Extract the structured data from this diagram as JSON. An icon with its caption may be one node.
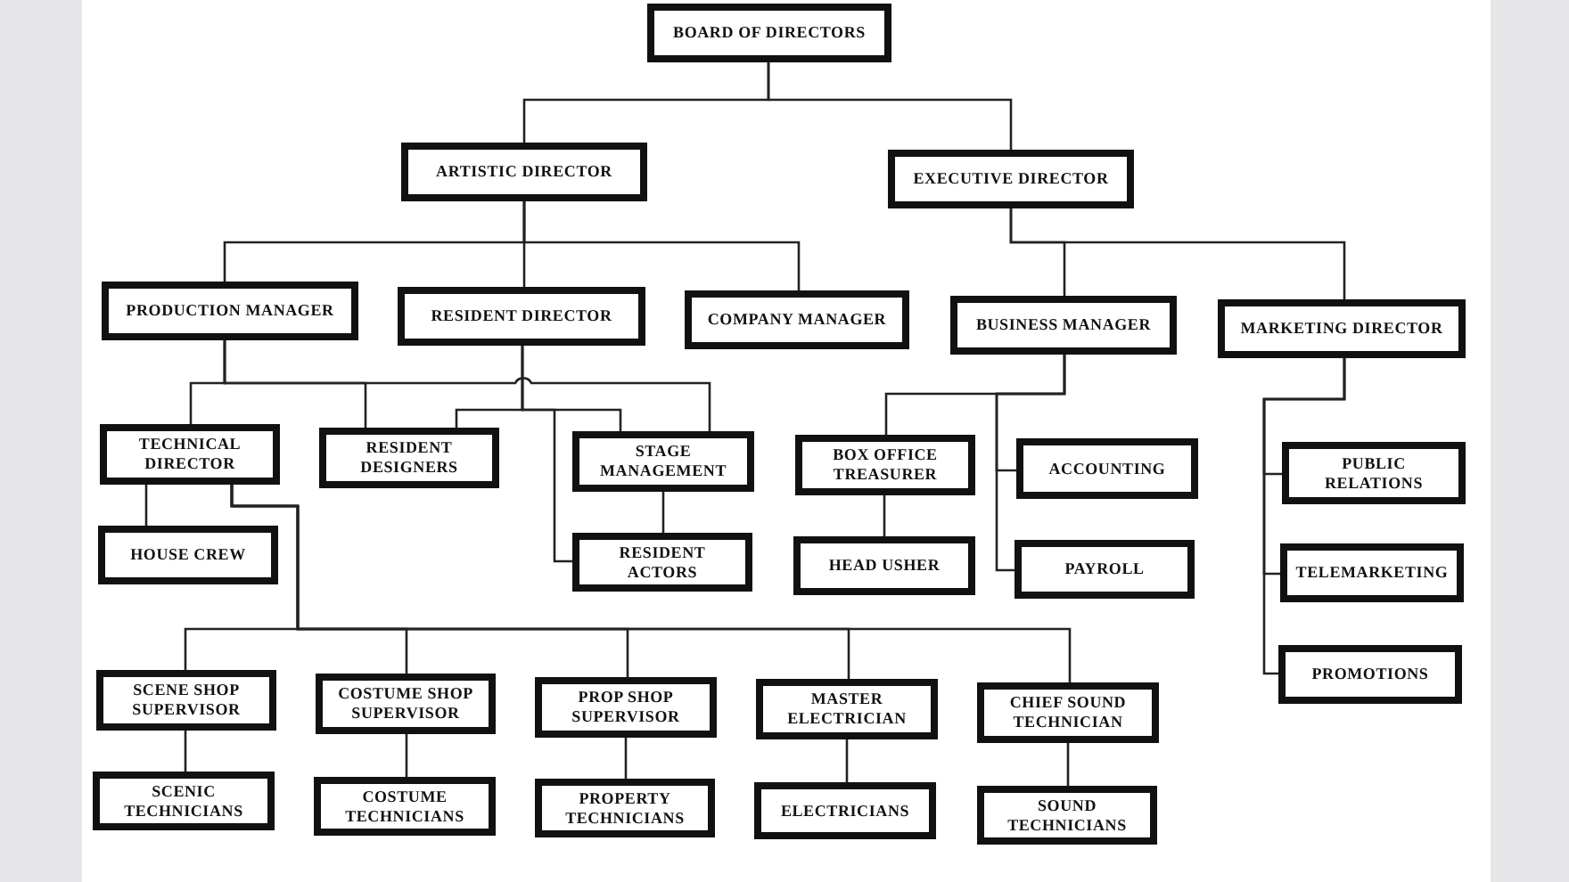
{
  "diagram": {
    "nodes": [
      {
        "text": [
          "BOARD OF DIRECTORS"
        ]
      },
      {
        "text": [
          "ARTISTIC DIRECTOR"
        ]
      },
      {
        "text": [
          "EXECUTIVE DIRECTOR"
        ]
      },
      {
        "text": [
          "PRODUCTION MANAGER"
        ]
      },
      {
        "text": [
          "RESIDENT DIRECTOR"
        ]
      },
      {
        "text": [
          "COMPANY MANAGER"
        ]
      },
      {
        "text": [
          "BUSINESS MANAGER"
        ]
      },
      {
        "text": [
          "MARKETING DIRECTOR"
        ]
      },
      {
        "text": [
          "TECHNICAL DIRECTOR"
        ]
      },
      {
        "text": [
          "RESIDENT DESIGNERS"
        ]
      },
      {
        "text": [
          "STAGE MANAGEMENT"
        ]
      },
      {
        "text": [
          "BOX OFFICE TREASURER"
        ]
      },
      {
        "text": [
          "ACCOUNTING"
        ]
      },
      {
        "text": [
          "PUBLIC RELATIONS"
        ]
      },
      {
        "text": [
          "HOUSE CREW"
        ]
      },
      {
        "text": [
          "RESIDENT ACTORS"
        ]
      },
      {
        "text": [
          "HEAD USHER"
        ]
      },
      {
        "text": [
          "PAYROLL"
        ]
      },
      {
        "text": [
          "TELEMARKETING"
        ]
      },
      {
        "text": [
          "PROMOTIONS"
        ]
      },
      {
        "text": [
          "SCENE SHOP SUPERVISOR"
        ]
      },
      {
        "text": [
          "COSTUME SHOP SUPERVISOR"
        ]
      },
      {
        "text": [
          "PROP SHOP SUPERVISOR"
        ]
      },
      {
        "text": [
          "MASTER ELECTRICIAN"
        ]
      },
      {
        "text": [
          "CHIEF SOUND TECHNICIAN"
        ]
      },
      {
        "text": [
          "SCENIC TECHNICIANS"
        ]
      },
      {
        "text": [
          "COSTUME TECHNICIANS"
        ]
      },
      {
        "text": [
          "PROPERTY TECHNICIANS"
        ]
      },
      {
        "text": [
          "ELECTRICIANS"
        ]
      },
      {
        "text": [
          "SOUND TECHNICIANS"
        ]
      }
    ],
    "edges": [
      {
        "from": 0,
        "to": 1,
        "arrow": "none"
      },
      {
        "from": 0,
        "to": 2,
        "arrow": "none"
      },
      {
        "from": 1,
        "to": 3,
        "arrow": "none"
      },
      {
        "from": 1,
        "to": 4,
        "arrow": "none"
      },
      {
        "from": 1,
        "to": 5,
        "arrow": "none"
      },
      {
        "from": 2,
        "to": 6,
        "arrow": "none"
      },
      {
        "from": 2,
        "to": 7,
        "arrow": "none"
      },
      {
        "from": 3,
        "to": 8,
        "arrow": "none"
      },
      {
        "from": 3,
        "to": 9,
        "arrow": "none"
      },
      {
        "from": 3,
        "to": 10,
        "arrow": "none"
      },
      {
        "from": 4,
        "to": 9,
        "arrow": "none"
      },
      {
        "from": 4,
        "to": 10,
        "arrow": "none"
      },
      {
        "from": 4,
        "to": 15,
        "arrow": "none"
      },
      {
        "from": 8,
        "to": 14,
        "arrow": "none"
      },
      {
        "from": 8,
        "to": 20,
        "arrow": "none"
      },
      {
        "from": 8,
        "to": 21,
        "arrow": "none"
      },
      {
        "from": 8,
        "to": 22,
        "arrow": "none"
      },
      {
        "from": 8,
        "to": 23,
        "arrow": "none"
      },
      {
        "from": 8,
        "to": 24,
        "arrow": "none"
      },
      {
        "from": 10,
        "to": 15,
        "arrow": "none"
      },
      {
        "from": 6,
        "to": 11,
        "arrow": "none"
      },
      {
        "from": 6,
        "to": 12,
        "arrow": "none"
      },
      {
        "from": 6,
        "to": 17,
        "arrow": "none"
      },
      {
        "from": 11,
        "to": 16,
        "arrow": "none"
      },
      {
        "from": 7,
        "to": 13,
        "arrow": "none"
      },
      {
        "from": 7,
        "to": 18,
        "arrow": "none"
      },
      {
        "from": 7,
        "to": 19,
        "arrow": "none"
      },
      {
        "from": 20,
        "to": 25,
        "arrow": "none"
      },
      {
        "from": 21,
        "to": 26,
        "arrow": "none"
      },
      {
        "from": 22,
        "to": 27,
        "arrow": "none"
      },
      {
        "from": 23,
        "to": 28,
        "arrow": "none"
      },
      {
        "from": 24,
        "to": 29,
        "arrow": "none"
      }
    ]
  }
}
